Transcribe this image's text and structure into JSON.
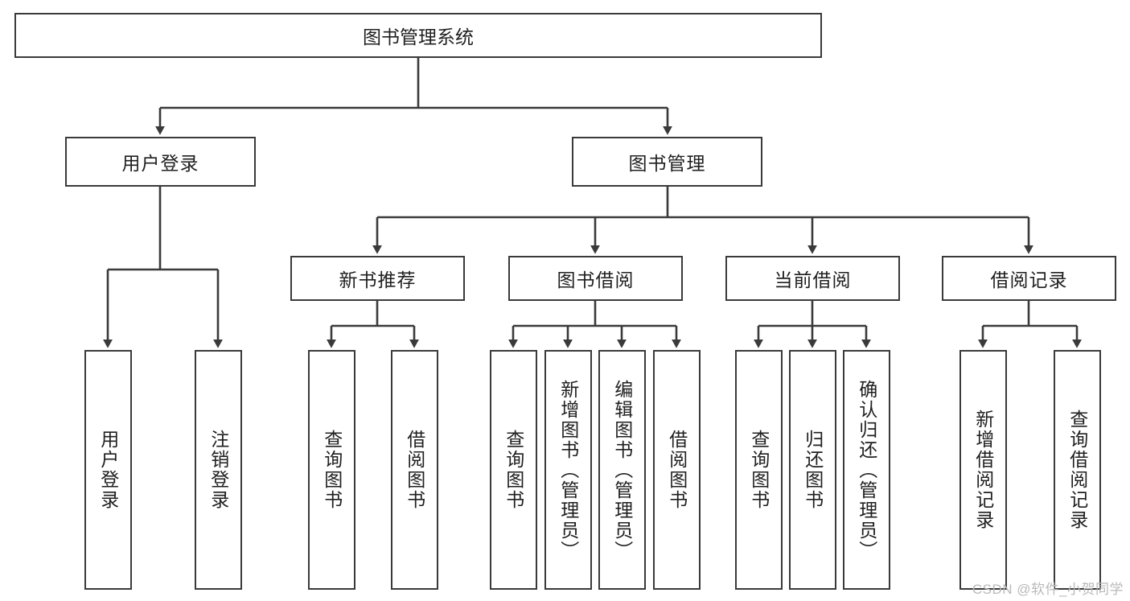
{
  "diagram": {
    "title": "图书管理系统",
    "type": "hierarchy-tree",
    "levels": 4,
    "root": {
      "id": "root",
      "label": "图书管理系统"
    },
    "level2": [
      {
        "id": "user-login",
        "label": "用户登录"
      },
      {
        "id": "book-management",
        "label": "图书管理"
      }
    ],
    "level3": [
      {
        "id": "new-book-recommend",
        "label": "新书推荐",
        "parent": "book-management"
      },
      {
        "id": "book-borrow",
        "label": "图书借阅",
        "parent": "book-management"
      },
      {
        "id": "current-borrow",
        "label": "当前借阅",
        "parent": "book-management"
      },
      {
        "id": "borrow-record",
        "label": "借阅记录",
        "parent": "book-management"
      }
    ],
    "leaves": {
      "user_login": [
        {
          "id": "leaf-user-login",
          "label": "用户登录"
        },
        {
          "id": "leaf-user-logout",
          "label": "注销登录"
        }
      ],
      "new_book_recommend": [
        {
          "id": "leaf-query-book-1",
          "label": "查询图书"
        },
        {
          "id": "leaf-borrow-book-1",
          "label": "借阅图书"
        }
      ],
      "book_borrow": [
        {
          "id": "leaf-query-book-2",
          "label": "查询图书"
        },
        {
          "id": "leaf-add-book",
          "label": "新增图书（管理员）"
        },
        {
          "id": "leaf-edit-book",
          "label": "编辑图书（管理员）"
        },
        {
          "id": "leaf-borrow-book-2",
          "label": "借阅图书"
        }
      ],
      "current_borrow": [
        {
          "id": "leaf-query-book-3",
          "label": "查询图书"
        },
        {
          "id": "leaf-return-book",
          "label": "归还图书"
        },
        {
          "id": "leaf-confirm-return",
          "label": "确认归还（管理员）"
        }
      ],
      "borrow_record": [
        {
          "id": "leaf-add-record",
          "label": "新增借阅记录"
        },
        {
          "id": "leaf-query-record",
          "label": "查询借阅记录"
        }
      ]
    }
  },
  "watermark": {
    "text": "CSDN @软件_小贺同学"
  },
  "colors": {
    "border": "#3a3a3a",
    "background": "#ffffff",
    "text": "#1f1f1f",
    "watermark": "#b9b9b9"
  }
}
